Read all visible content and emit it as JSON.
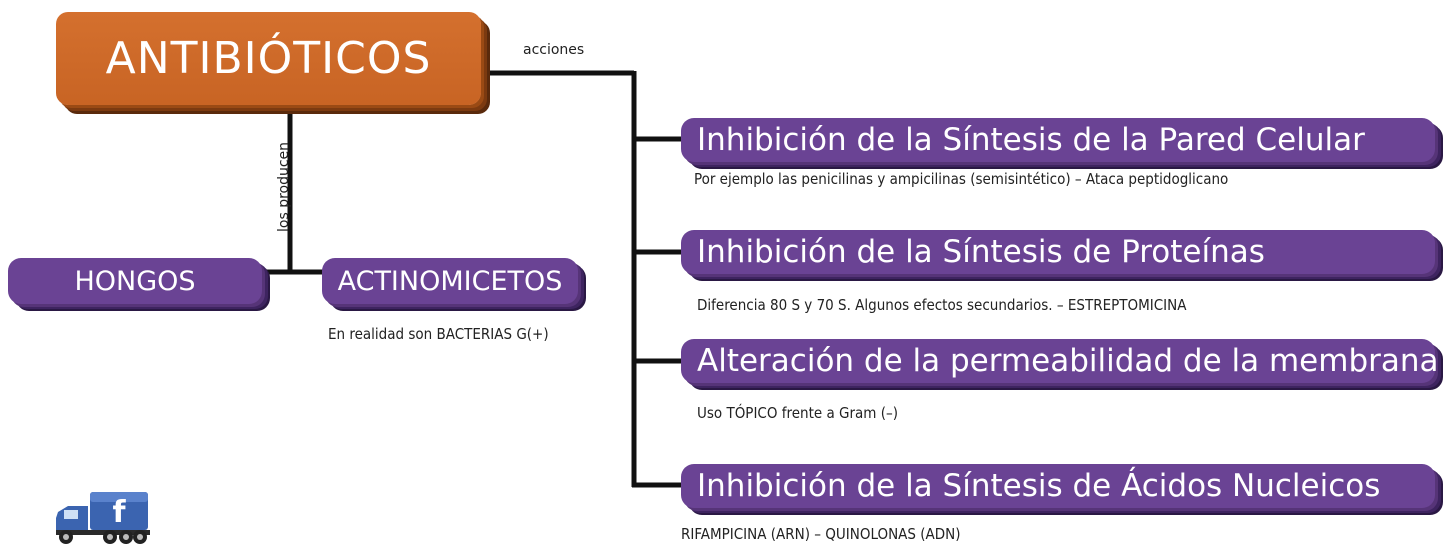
{
  "title": "ANTIBIÓTICOS",
  "edges": {
    "actions": "acciones",
    "produced_by": "los producen"
  },
  "producers": [
    {
      "label": "HONGOS"
    },
    {
      "label": "ACTINOMICETOS",
      "note": "En realidad son BACTERIAS G(+)"
    }
  ],
  "actions": [
    {
      "label": "Inhibición de la Síntesis de la Pared Celular",
      "note": "Por ejemplo las penicilinas y ampicilinas (semisintético) – Ataca peptidoglicano"
    },
    {
      "label": "Inhibición de la Síntesis de Proteínas",
      "note": "Diferencia 80 S y 70 S. Algunos efectos secundarios. – ESTREPTOMICINA"
    },
    {
      "label": "Alteración de la permeabilidad de la membrana",
      "note": "Uso TÓPICO frente a Gram (–)"
    },
    {
      "label": "Inhibición de la Síntesis de Ácidos Nucleicos",
      "note": "RIFAMPICINA (ARN) – QUINOLONAS (ADN)"
    }
  ],
  "colors": {
    "title_box": "#d4702e",
    "action_box": "#6a4394",
    "connector": "#111111"
  },
  "icons": [
    "facebook-truck-icon"
  ]
}
